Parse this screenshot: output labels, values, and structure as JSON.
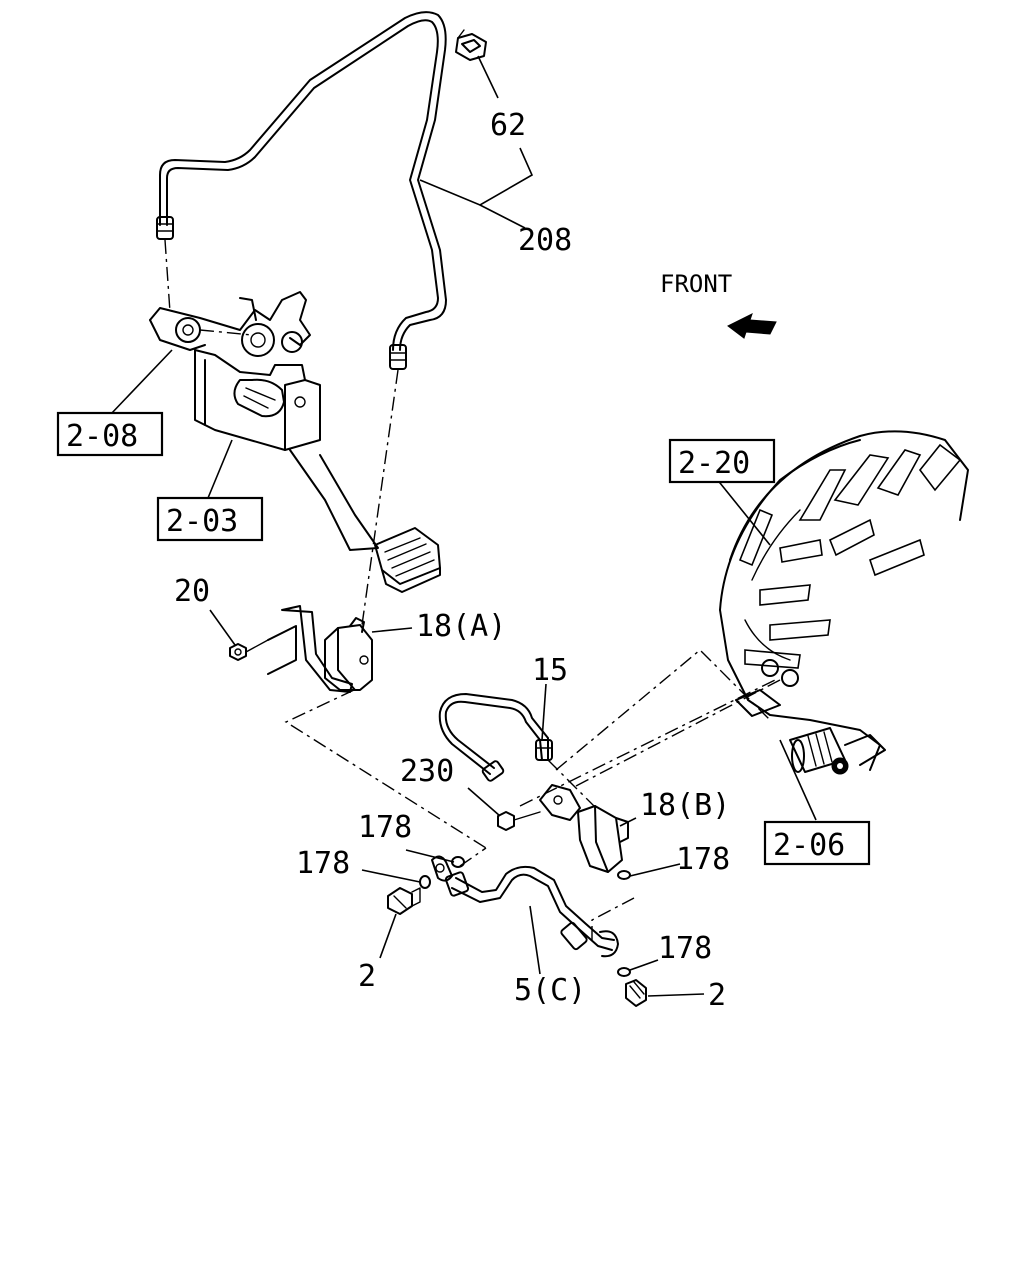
{
  "orientation": {
    "text": "FRONT",
    "arrow": "arrow-left-icon"
  },
  "ref_boxes": [
    {
      "id": "ref-2-08",
      "text": "2-08"
    },
    {
      "id": "ref-2-03",
      "text": "2-03"
    },
    {
      "id": "ref-2-20",
      "text": "2-20"
    },
    {
      "id": "ref-2-06",
      "text": "2-06"
    }
  ],
  "callouts": {
    "c62": "62",
    "c208": "208",
    "c20": "20",
    "c18a": "18(A)",
    "c15": "15",
    "c230": "230",
    "c18b": "18(B)",
    "c178_a": "178",
    "c178_b": "178",
    "c178_c": "178",
    "c178_d": "178",
    "c2_left": "2",
    "c5c": "5(C)",
    "c2_right": "2"
  }
}
